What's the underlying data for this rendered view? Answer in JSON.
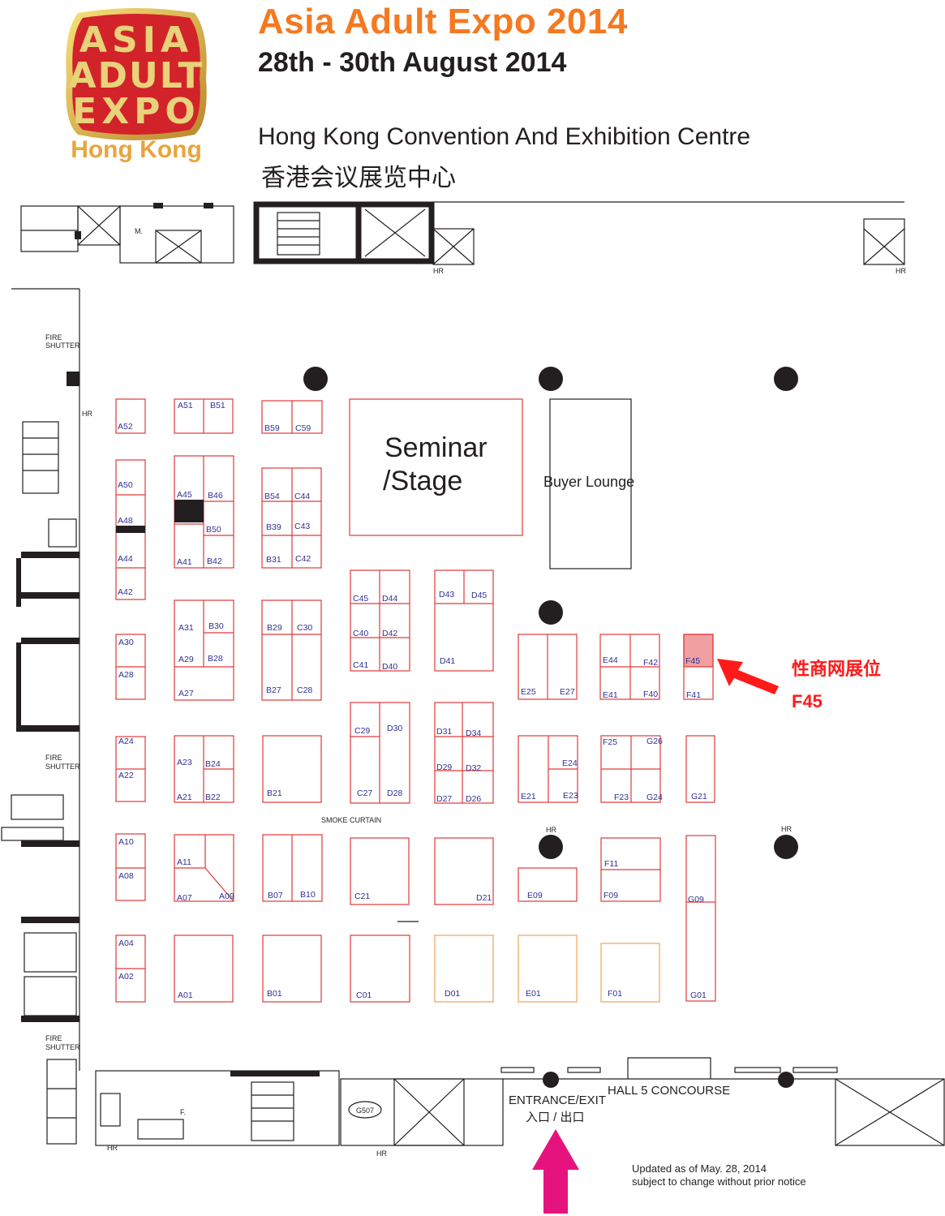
{
  "header": {
    "title": "Asia Adult Expo 2014",
    "dates": "28th - 30th August  2014",
    "venue_en": "Hong Kong Convention And Exhibition Centre",
    "venue_zh": "香港会议展览中心",
    "logo_words": [
      "ASIA",
      "ADULT",
      "EXPO"
    ],
    "logo_city": "Hong Kong"
  },
  "colors": {
    "title": "#f47920",
    "booth": "#e03a3a",
    "booth_orange": "#f0a45a",
    "booth_label": "#2e3192",
    "highlight": "#f0a0a0",
    "callout": "#ff1a1a",
    "entrance_arrow": "#e6137f"
  },
  "areas": {
    "seminar_line1": "Seminar",
    "seminar_line2": "/Stage",
    "buyer_lounge": "Buyer Lounge",
    "smoke_curtain": "SMOKE CURTAIN",
    "entrance_en": "ENTRANCE/EXIT",
    "entrance_zh": "入口 / 出口",
    "concourse": "HALL 5  CONCOURSE",
    "room_g507": "G507",
    "m_label": "M.",
    "f_label": "F.",
    "fire_shutter_1": "FIRE",
    "fire_shutter_2": "SHUTTER",
    "hr": "HR"
  },
  "highlight": {
    "booth": "F45",
    "callout": "性商网展位",
    "callout_code": "F45"
  },
  "footer": {
    "updated": "Updated as of May. 28, 2014",
    "notice": "subject to change without prior notice"
  },
  "booths": [
    "A52",
    "A51",
    "B51",
    "B59",
    "C59",
    "A50",
    "A48",
    "A44",
    "A42",
    "A45",
    "B46",
    "B50",
    "A41",
    "B42",
    "B54",
    "C44",
    "B39",
    "C43",
    "B31",
    "C42",
    "C45",
    "D44",
    "C40",
    "D42",
    "C41",
    "D40",
    "D43",
    "D45",
    "D41",
    "A30",
    "A28",
    "A31",
    "B30",
    "A29",
    "B28",
    "A27",
    "B29",
    "C30",
    "B27",
    "C28",
    "E25",
    "E27",
    "E44",
    "F42",
    "E41",
    "F40",
    "F45",
    "F41",
    "A24",
    "A22",
    "A23",
    "B24",
    "A21",
    "B22",
    "B21",
    "C29",
    "D30",
    "C27",
    "D28",
    "D31",
    "D34",
    "D29",
    "D32",
    "D27",
    "D26",
    "E24",
    "E21",
    "E23",
    "F25",
    "G26",
    "F23",
    "G24",
    "G21",
    "A10",
    "A08",
    "A11",
    "A07",
    "A09",
    "B07",
    "B10",
    "C21",
    "D21",
    "E09",
    "F11",
    "F09",
    "G09",
    "A04",
    "A02",
    "A01",
    "B01",
    "C01",
    "D01",
    "E01",
    "F01",
    "G01"
  ]
}
